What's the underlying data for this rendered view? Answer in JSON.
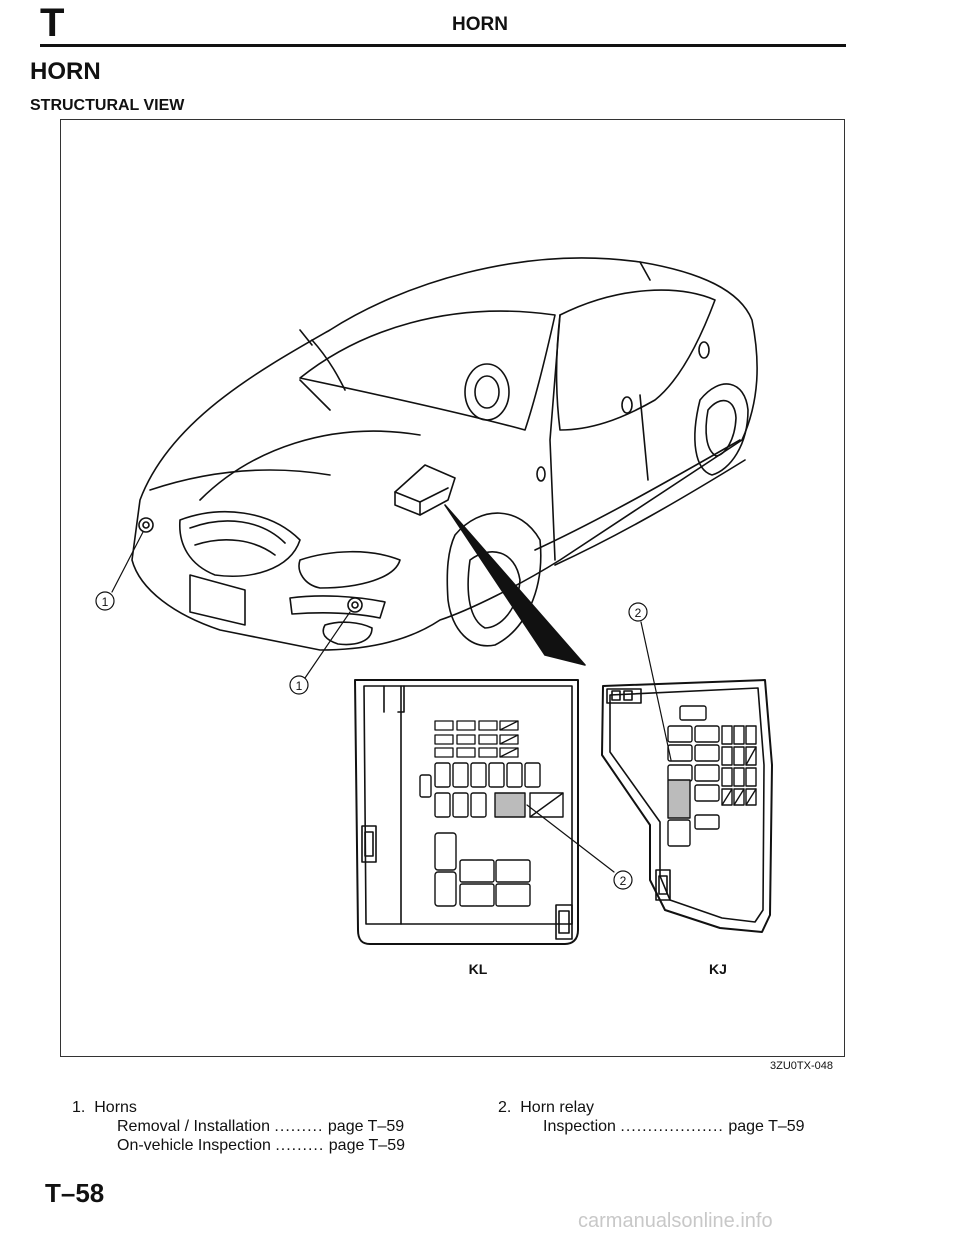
{
  "header": {
    "section_letter": "T",
    "running_title": "HORN"
  },
  "page_title": "HORN",
  "section_title": "STRUCTURAL VIEW",
  "figure": {
    "callouts": {
      "horns": "1",
      "horn_relay": "2"
    },
    "box_labels": {
      "left": "KL",
      "right": "KJ"
    },
    "figure_code": "3ZU0TX-048"
  },
  "legend": {
    "item1": {
      "number": "1.",
      "title": "Horns",
      "rows": [
        {
          "label": "Removal / Installation",
          "dots": ".........",
          "page": "page T–59"
        },
        {
          "label": "On-vehicle Inspection",
          "dots": ".........",
          "page": "page T–59"
        }
      ]
    },
    "item2": {
      "number": "2.",
      "title": "Horn relay",
      "rows": [
        {
          "label": "Inspection",
          "dots": "...................",
          "page": "page T–59"
        }
      ]
    }
  },
  "footer": {
    "page_number": "T–58",
    "watermark": "carmanualsonline.info"
  }
}
